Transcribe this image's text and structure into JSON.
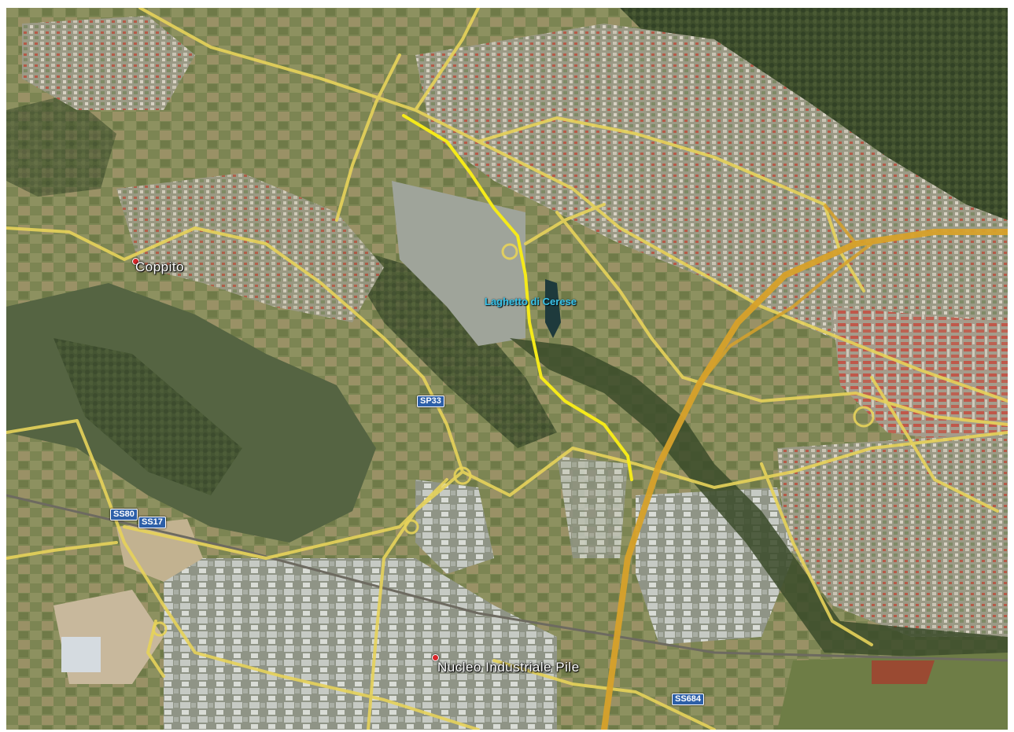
{
  "map": {
    "type": "satellite",
    "labels": {
      "coppito": "Coppito",
      "nucleo": "Nucleo Industriale Pile",
      "laghetto": "Laghetto di Cerese"
    },
    "shields": {
      "sp33": "SP33",
      "ss17_a": "SS80",
      "ss17_b": "SS17",
      "ss684": "SS684"
    },
    "colors": {
      "road": "#e7d35a",
      "highway": "#d7a12a",
      "route_highlight": "#f5ea1a",
      "shield": "#2d5fa8",
      "poi": "#3ac3e8"
    }
  }
}
